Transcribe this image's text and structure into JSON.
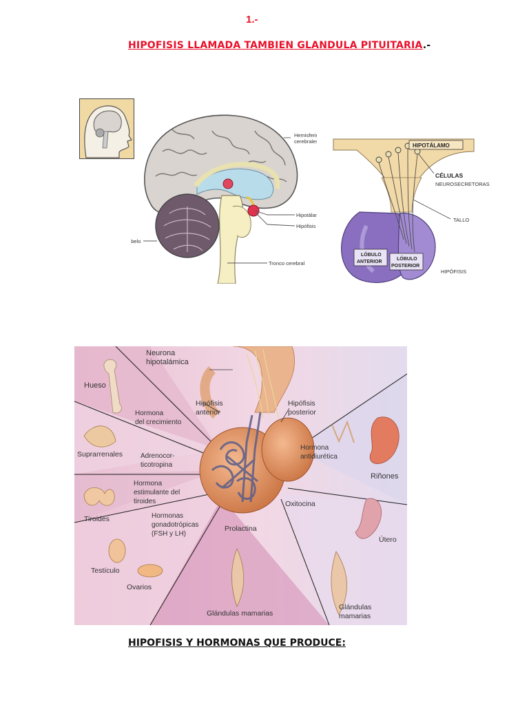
{
  "document": {
    "section_number": "1.-",
    "heading": "HIPOFISIS LLAMADA TAMBIEN GLANDULA PITUITARIA",
    "heading_suffix": ".-",
    "caption": "HIPOFISIS Y HORMONAS QUE PRODUCE:"
  },
  "brain_figure": {
    "labels": {
      "hemisferios_1": "Hemisferios",
      "hemisferios_2": "cerebrales",
      "hipotalamo": "Hipotálamo",
      "hipofisis": "Hipófisis",
      "cerebelo": "Cerebelo",
      "tronco": "Tronco cerebral"
    }
  },
  "pituitary_detail": {
    "labels": {
      "hipotalamo": "HIPOTÁLAMO",
      "celulas": "CÉLULAS",
      "neurosecretoras": "NEUROSECRETORAS",
      "tallo": "TALLO",
      "lobulo_anterior_1": "LÓBULO",
      "lobulo_anterior_2": "ANTERIOR",
      "lobulo_posterior_1": "LÓBULO",
      "lobulo_posterior_2": "POSTERIOR",
      "hipofisis": "HIPÓFISIS"
    }
  },
  "hormones_figure": {
    "labels": {
      "neurona_1": "Neurona",
      "neurona_2": "hipotalámica",
      "hueso": "Hueso",
      "hip_anterior_1": "Hipófisis",
      "hip_anterior_2": "anterior",
      "hip_posterior_1": "Hipófisis",
      "hip_posterior_2": "posterior",
      "crecimiento_1": "Hormona",
      "crecimiento_2": "del crecimiento",
      "suprarrenales": "Suprarrenales",
      "adreno_1": "Adrenocor-",
      "adreno_2": "ticotropina",
      "antidiuretica_1": "Hormona",
      "antidiuretica_2": "antidiurética",
      "rinones": "Riñones",
      "tsh_1": "Hormona",
      "tsh_2": "estimulante del",
      "tsh_3": "tiroides",
      "oxitocina": "Oxitocina",
      "tiroides": "Tiroides",
      "gonado_1": "Hormonas",
      "gonado_2": "gonadotrópicas",
      "gonado_3": "(FSH y LH)",
      "prolactina": "Prolactina",
      "utero": "Útero",
      "testiculo": "Testículo",
      "ovarios": "Ovarios",
      "mamarias_center": "Glándulas mamarias",
      "mamarias_right_1": "Glándulas",
      "mamarias_right_2": "mamarias"
    }
  },
  "colors": {
    "heading_red": "#e8102a",
    "panel_pink": "#eecbdc",
    "panel_magenta": "#d89bbd",
    "panel_lavender": "#e3dcee",
    "gland_orange": "#d98a5a",
    "brain_gray": "#d9d4cf",
    "lobe_purple": "#8a6fc0"
  }
}
